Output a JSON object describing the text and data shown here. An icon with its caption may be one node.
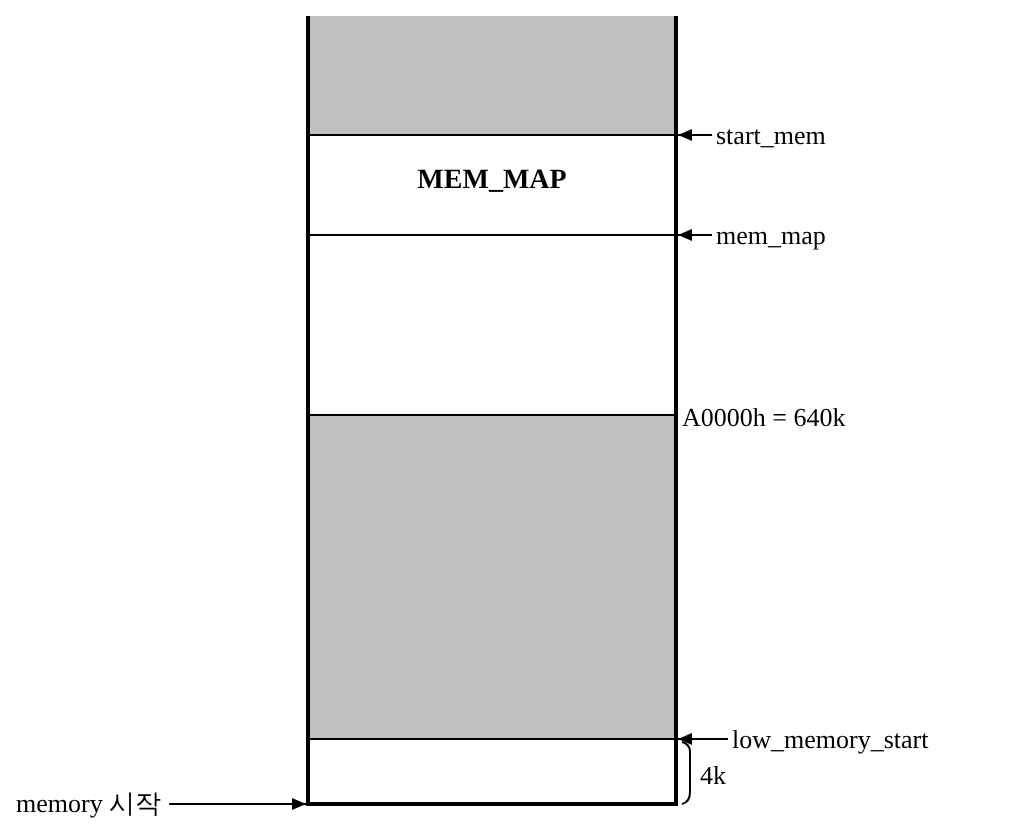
{
  "diagram": {
    "nodes": [
      {
        "text": [],
        "shape": "box"
      },
      {
        "text": [
          "MEM_MAP"
        ]
      },
      {
        "text": [],
        "shape": "box"
      },
      {
        "text": [],
        "shape": "box"
      },
      {
        "text": [],
        "shape": "box"
      },
      {
        "text": [
          "start_mem"
        ]
      },
      {
        "text": [
          "mem_map"
        ]
      },
      {
        "text": [
          "low_memory_start"
        ]
      },
      {
        "text": [
          "memory 시작"
        ]
      }
    ],
    "edges": [
      {
        "from": 5,
        "to": 1,
        "arrow": "to"
      },
      {
        "from": 6,
        "to": 2,
        "arrow": "to"
      },
      {
        "from": 7,
        "to": 4,
        "arrow": "to"
      },
      {
        "from": 8,
        "to": 4,
        "arrow": "to"
      }
    ],
    "labels": [
      "A0000h = 640k",
      "4k"
    ]
  }
}
